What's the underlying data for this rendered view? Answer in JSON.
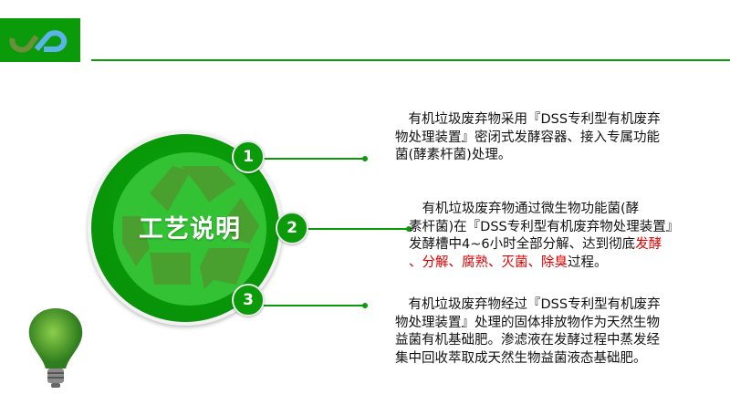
{
  "header": {
    "logo": "recycle infinity logo"
  },
  "center": {
    "title": "工艺说明"
  },
  "badges": [
    "1",
    "2",
    "3"
  ],
  "colors": {
    "brand": "#0a9a0a",
    "highlight": "#e00000"
  },
  "blocks": [
    {
      "lines": [
        [
          {
            "t": "　有机垃圾废弃物采用『DSS专利型有机废弃"
          }
        ],
        [
          {
            "t": "物处理装置』密闭式发酵容器、接入专属功能"
          }
        ],
        [
          {
            "t": "菌(酵素杆菌)处理。"
          }
        ]
      ]
    },
    {
      "lines": [
        [
          {
            "t": "　有机垃圾废弃物通过微生物功能菌(酵"
          }
        ],
        [
          {
            "t": "素杆菌)在『DSS专利型有机废弃物处理装置』"
          }
        ],
        [
          {
            "t": "发酵槽中4~6小时全部分解、达到彻底"
          },
          {
            "t": "发酵",
            "red": true
          }
        ],
        [
          {
            "t": "、分解、腐熟、灭菌、除臭",
            "red": true
          },
          {
            "t": "过程。"
          }
        ]
      ]
    },
    {
      "lines": [
        [
          {
            "t": "　有机垃圾废弃物经过『DSS专利型有机废弃"
          }
        ],
        [
          {
            "t": "物处理装置』处理的固体排放物作为天然生物"
          }
        ],
        [
          {
            "t": "益菌有机基础肥。渗滤液在发酵过程中蒸发经"
          }
        ],
        [
          {
            "t": "集中回收萃取成天然生物益菌液态基础肥。"
          }
        ]
      ]
    }
  ]
}
